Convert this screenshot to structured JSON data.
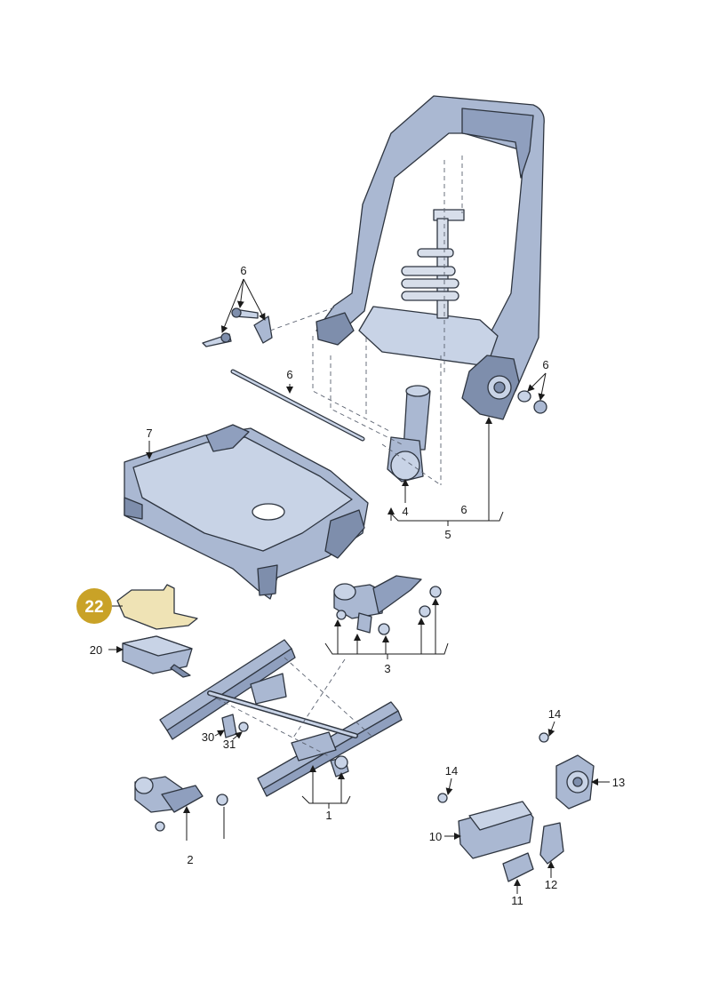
{
  "highlight": {
    "label": "22",
    "color": "#c9a227",
    "part_fill": "#efe3b5"
  },
  "colors": {
    "part": "#aab8d2",
    "part_dark": "#7e8eac",
    "part_light": "#c8d3e6",
    "outline": "#2e3540"
  },
  "callouts": {
    "c1": "1",
    "c2": "2",
    "c3": "3",
    "c4": "4",
    "c5": "5",
    "c6_bracket": "6",
    "c6_rod": "6",
    "c6_lower": "6",
    "c6_right": "6",
    "c7": "7",
    "c10": "10",
    "c11": "11",
    "c12": "12",
    "c13": "13",
    "c14_top": "14",
    "c14_left": "14",
    "c20": "20",
    "c30": "30",
    "c31": "31"
  }
}
